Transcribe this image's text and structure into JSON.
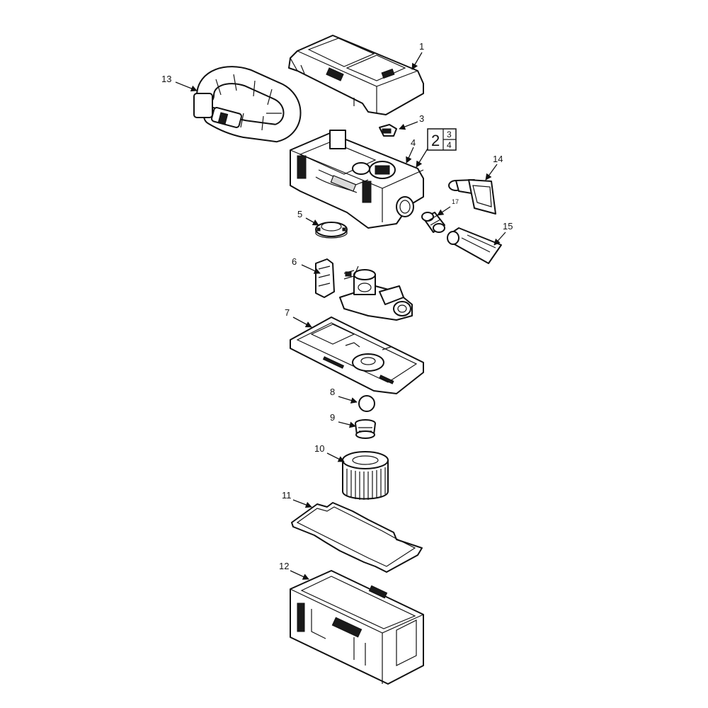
{
  "labels": {
    "p1": "1",
    "p3": "3",
    "p4": "4",
    "p5": "5",
    "p6": "6",
    "p7": "7",
    "p8": "8",
    "p9": "9",
    "p10": "10",
    "p11": "11",
    "p12": "12",
    "p13": "13",
    "p14": "14",
    "p15": "15",
    "p17": "17"
  },
  "kit_box": {
    "main": "2",
    "top": "3",
    "bottom": "4"
  },
  "colors": {
    "line": "#111111",
    "background": "#ffffff"
  }
}
